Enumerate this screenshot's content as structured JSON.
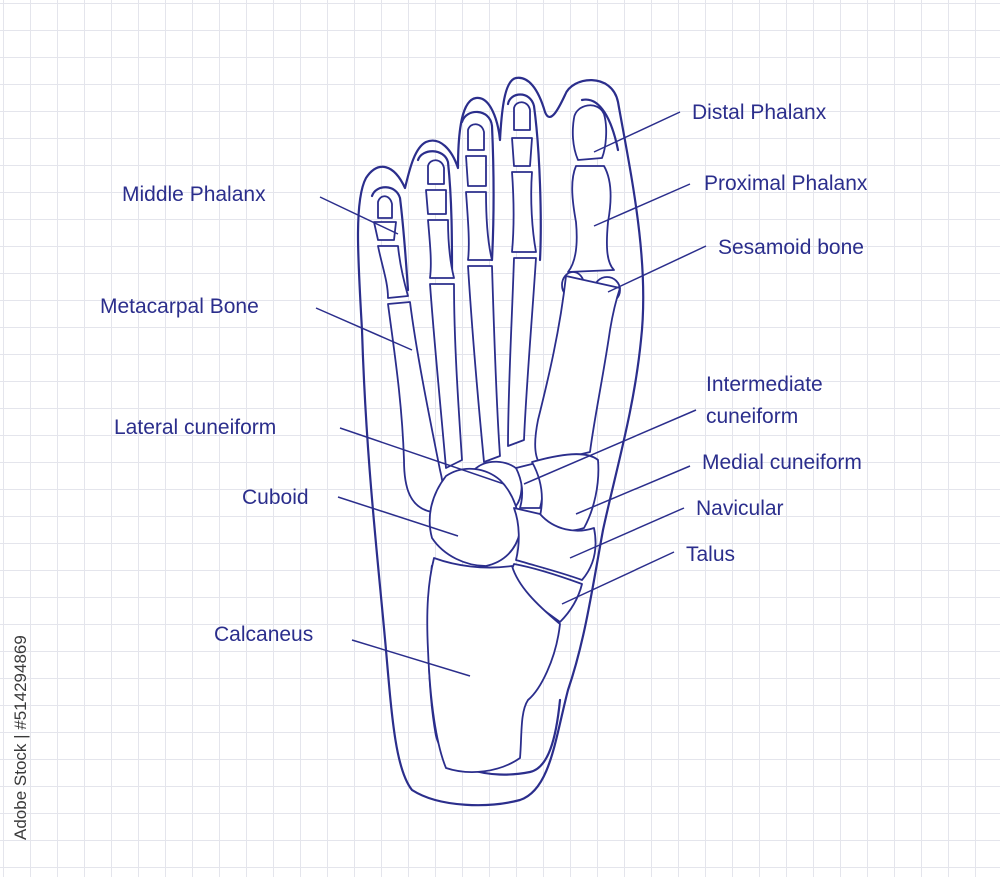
{
  "colors": {
    "ink": "#2b2e8c",
    "grid": "#e4e5ec",
    "background": "#ffffff"
  },
  "labels": {
    "distal_phalanx": "Distal Phalanx",
    "proximal_phalanx": "Proximal Phalanx",
    "sesamoid_bone": "Sesamoid bone",
    "middle_phalanx": "Middle Phalanx",
    "metacarpal_bone": "Metacarpal Bone",
    "intermediate_cuneiform_line1": "Intermediate",
    "intermediate_cuneiform_line2": "cuneiform",
    "lateral_cuneiform": "Lateral cuneiform",
    "medial_cuneiform": "Medial cuneiform",
    "cuboid": "Cuboid",
    "navicular": "Navicular",
    "talus": "Talus",
    "calcaneus": "Calcaneus"
  },
  "watermark": {
    "stock_id": "Adobe Stock | #514294869"
  }
}
